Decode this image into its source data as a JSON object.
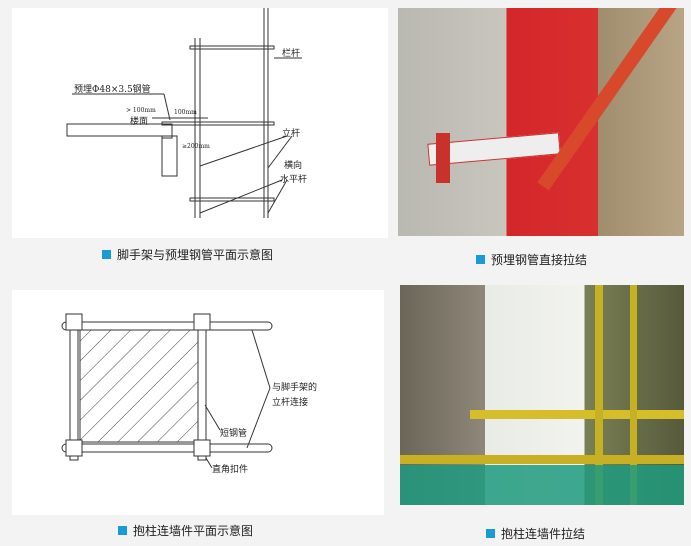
{
  "figures": [
    {
      "caption": "脚手架与预埋钢管平面示意图",
      "labels": {
        "embedded_pipe": "预埋Φ48×3.5钢管",
        "gt100": "> 100mm",
        "d100": "100mm",
        "floor": "楼面",
        "d200": "≥200mm",
        "railing": "栏杆",
        "upright": "立杆",
        "transverse1": "横向",
        "transverse2": "水平杆"
      }
    },
    {
      "caption": "预埋钢管直接拉结"
    },
    {
      "caption": "抱柱连墙件平面示意图",
      "labels": {
        "connect1": "与脚手架的",
        "connect2": "立杆连接",
        "short_pipe": "短钢管",
        "coupler": "直角扣件"
      }
    },
    {
      "caption": "抱柱连墙件拉结"
    }
  ],
  "colors": {
    "accent": "#1a9ad6"
  }
}
